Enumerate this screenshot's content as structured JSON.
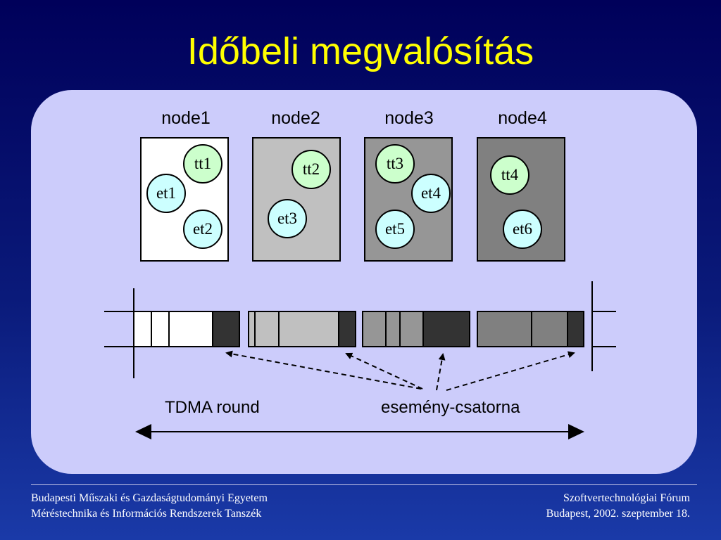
{
  "title": "Időbeli megvalósítás",
  "nodes": [
    {
      "label": "node1",
      "fill": "#ffffff",
      "circles": [
        {
          "text": "tt1",
          "kind": "tt"
        },
        {
          "text": "et1",
          "kind": "et"
        },
        {
          "text": "et2",
          "kind": "et"
        }
      ]
    },
    {
      "label": "node2",
      "fill": "#c0c0c0",
      "circles": [
        {
          "text": "tt2",
          "kind": "tt"
        },
        {
          "text": "et3",
          "kind": "et"
        }
      ]
    },
    {
      "label": "node3",
      "fill": "#969696",
      "circles": [
        {
          "text": "tt3",
          "kind": "tt"
        },
        {
          "text": "et4",
          "kind": "et"
        },
        {
          "text": "et5",
          "kind": "et"
        }
      ]
    },
    {
      "label": "node4",
      "fill": "#808080",
      "circles": [
        {
          "text": "tt4",
          "kind": "tt"
        },
        {
          "text": "et6",
          "kind": "et"
        }
      ]
    }
  ],
  "captions": {
    "round": "TDMA round",
    "event_channel": "esemény-csatorna"
  },
  "footer": {
    "left_line1": "Budapesti Műszaki és Gazdaságtudományi Egyetem",
    "left_line2": "Méréstechnika és Információs Rendszerek Tanszék",
    "right_line1": "Szoftvertechnológiai Fórum",
    "right_line2": "Budapest, 2002. szeptember 18."
  },
  "colors": {
    "title": "#ffff00",
    "panel": "#ccccfb",
    "tt_circle": "#ccffcc",
    "et_circle": "#ccffff",
    "event_slot": "#333333"
  }
}
